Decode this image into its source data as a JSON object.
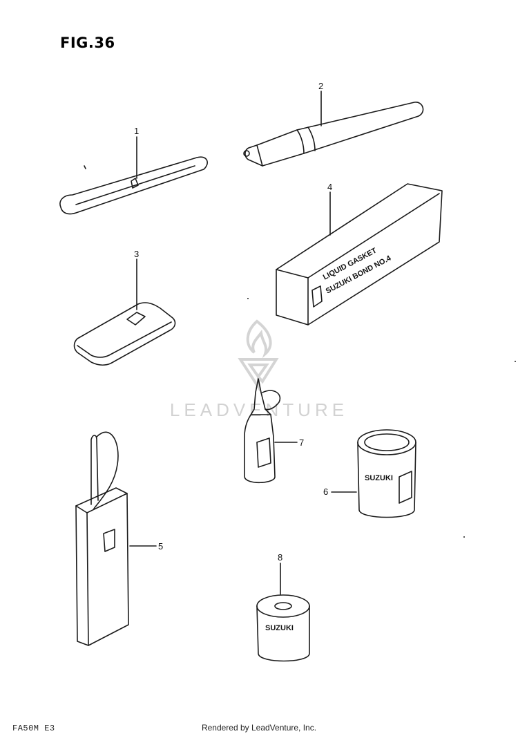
{
  "figure": {
    "title": "FIG.36"
  },
  "parts": [
    {
      "id": "part-1",
      "callout": "1"
    },
    {
      "id": "part-2",
      "callout": "2"
    },
    {
      "id": "part-3",
      "callout": "3"
    },
    {
      "id": "part-4",
      "callout": "4",
      "label_line1": "LIQUID GASKET",
      "label_line2": "SUZUKI BOND NO.4"
    },
    {
      "id": "part-5",
      "callout": "5"
    },
    {
      "id": "part-6",
      "callout": "6",
      "label": "SUZUKI"
    },
    {
      "id": "part-7",
      "callout": "7"
    },
    {
      "id": "part-8",
      "callout": "8",
      "label": "SUZUKI"
    }
  ],
  "watermark": {
    "text": "LEADVENTURE"
  },
  "footer": {
    "code": "FA50M E3",
    "credit": "Rendered by LeadVenture, Inc."
  },
  "colors": {
    "line": "#1a1a1a",
    "watermark": "#cfcfcf",
    "background": "#ffffff"
  }
}
